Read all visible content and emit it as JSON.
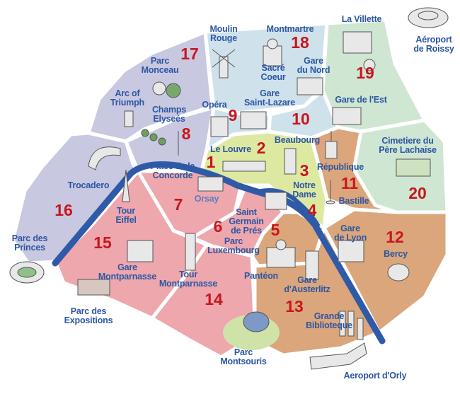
{
  "colors": {
    "west": "#c9c8e1",
    "north": "#cfe2ec",
    "east": "#cfe6d3",
    "centre": "#dde9a1",
    "left_bank": "#eda7ad",
    "south_east": "#dba67b",
    "seine": "#2f5aa8",
    "label": "#2d57a3",
    "number": "#c8161d"
  },
  "arrondissements": [
    "1",
    "2",
    "3",
    "4",
    "5",
    "6",
    "7",
    "8",
    "9",
    "10",
    "11",
    "12",
    "13",
    "14",
    "15",
    "16",
    "17",
    "18",
    "19",
    "20"
  ],
  "landmarks": {
    "moulin_rouge": [
      "Moulin",
      "Rouge"
    ],
    "montmartre": "Montmartre",
    "la_villette": "La Villette",
    "aeroport_roissy": [
      "Aéroport",
      "de Roissy"
    ],
    "parc_monceau": [
      "Parc",
      "Monceau"
    ],
    "sacre_coeur": [
      "Sacré",
      "Coeur"
    ],
    "gare_du_nord": [
      "Gare",
      "du Nord"
    ],
    "arc_of_triumph": [
      "Arc of",
      "Triumph"
    ],
    "opera": "Opéra",
    "gare_saint_lazare": [
      "Gare",
      "Saint-Lazare"
    ],
    "gare_de_lest": "Gare de l'Est",
    "champs_elysees": [
      "Champs",
      "Elyseés"
    ],
    "beaubourg": "Beaubourg",
    "cimetiere": [
      "Cimetiere du",
      "Père Lachaise"
    ],
    "le_louvre": "Le Louvre",
    "place_concorde": [
      "Place de la",
      "Concorde"
    ],
    "republique": "République",
    "trocadero": "Trocadero",
    "notre_dame": [
      "Notre",
      "Dame"
    ],
    "orsay": "Orsay",
    "bastille": "Bastille",
    "tour_eiffel": [
      "Tour",
      "Eiffel"
    ],
    "saint_germain": [
      "Saint",
      "Germain",
      "de Prés"
    ],
    "gare_de_lyon": [
      "Gare",
      "de Lyon"
    ],
    "parc_des_princes": [
      "Parc des",
      "Princes"
    ],
    "parc_luxembourg": [
      "Parc",
      "Luxembourg"
    ],
    "bercy": "Bercy",
    "gare_montparnasse": [
      "Gare",
      "Montparnasse"
    ],
    "tour_montparnasse": [
      "Tour",
      "Montparnasse"
    ],
    "panteon": "Pantéon",
    "gare_austerlitz": [
      "Gare",
      "d'Austerlitz"
    ],
    "parc_expositions": [
      "Parc des",
      "Expositions"
    ],
    "grande_biblioteque": [
      "Grande",
      "Biblioteque"
    ],
    "parc_montsouris": [
      "Parc",
      "Montsouris"
    ],
    "aeroport_orly": "Aeroport d'Orly"
  }
}
